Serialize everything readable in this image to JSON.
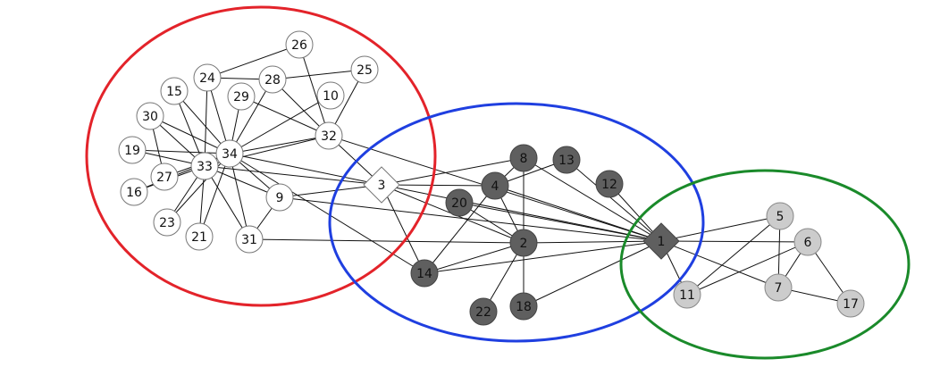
{
  "diagram": {
    "groups": [
      {
        "id": "red",
        "color": "#e3232a"
      },
      {
        "id": "blue",
        "color": "#1f3fe0"
      },
      {
        "id": "green",
        "color": "#1a8a2a"
      }
    ],
    "node_styles": {
      "white": {
        "fill": "#ffffff",
        "stroke": "#777777",
        "text": "#111111"
      },
      "dark": {
        "fill": "#5f5f5f",
        "stroke": "#444444",
        "text": "#111111"
      },
      "light": {
        "fill": "#cccccc",
        "stroke": "#888888",
        "text": "#111111"
      }
    },
    "nodes": [
      {
        "id": "26",
        "label": "26",
        "style": "white",
        "shape": "circle"
      },
      {
        "id": "25",
        "label": "25",
        "style": "white",
        "shape": "circle"
      },
      {
        "id": "24",
        "label": "24",
        "style": "white",
        "shape": "circle"
      },
      {
        "id": "28",
        "label": "28",
        "style": "white",
        "shape": "circle"
      },
      {
        "id": "15",
        "label": "15",
        "style": "white",
        "shape": "circle"
      },
      {
        "id": "29",
        "label": "29",
        "style": "white",
        "shape": "circle"
      },
      {
        "id": "10",
        "label": "10",
        "style": "white",
        "shape": "circle"
      },
      {
        "id": "30",
        "label": "30",
        "style": "white",
        "shape": "circle"
      },
      {
        "id": "32",
        "label": "32",
        "style": "white",
        "shape": "circle"
      },
      {
        "id": "19",
        "label": "19",
        "style": "white",
        "shape": "circle"
      },
      {
        "id": "34",
        "label": "34",
        "style": "white",
        "shape": "circle"
      },
      {
        "id": "33",
        "label": "33",
        "style": "white",
        "shape": "circle"
      },
      {
        "id": "27",
        "label": "27",
        "style": "white",
        "shape": "circle"
      },
      {
        "id": "16",
        "label": "16",
        "style": "white",
        "shape": "circle"
      },
      {
        "id": "9",
        "label": "9",
        "style": "white",
        "shape": "circle"
      },
      {
        "id": "23",
        "label": "23",
        "style": "white",
        "shape": "circle"
      },
      {
        "id": "21",
        "label": "21",
        "style": "white",
        "shape": "circle"
      },
      {
        "id": "31",
        "label": "31",
        "style": "white",
        "shape": "circle"
      },
      {
        "id": "3",
        "label": "3",
        "style": "white",
        "shape": "diamond"
      },
      {
        "id": "8",
        "label": "8",
        "style": "dark",
        "shape": "circle"
      },
      {
        "id": "13",
        "label": "13",
        "style": "dark",
        "shape": "circle"
      },
      {
        "id": "4",
        "label": "4",
        "style": "dark",
        "shape": "circle"
      },
      {
        "id": "12",
        "label": "12",
        "style": "dark",
        "shape": "circle"
      },
      {
        "id": "20",
        "label": "20",
        "style": "dark",
        "shape": "circle"
      },
      {
        "id": "2",
        "label": "2",
        "style": "dark",
        "shape": "circle"
      },
      {
        "id": "14",
        "label": "14",
        "style": "dark",
        "shape": "circle"
      },
      {
        "id": "22",
        "label": "22",
        "style": "dark",
        "shape": "circle"
      },
      {
        "id": "18",
        "label": "18",
        "style": "dark",
        "shape": "circle"
      },
      {
        "id": "1",
        "label": "1",
        "style": "dark",
        "shape": "diamond"
      },
      {
        "id": "5",
        "label": "5",
        "style": "light",
        "shape": "circle"
      },
      {
        "id": "6",
        "label": "6",
        "style": "light",
        "shape": "circle"
      },
      {
        "id": "11",
        "label": "11",
        "style": "light",
        "shape": "circle"
      },
      {
        "id": "7",
        "label": "7",
        "style": "light",
        "shape": "circle"
      },
      {
        "id": "17",
        "label": "17",
        "style": "light",
        "shape": "circle"
      }
    ],
    "edges": [
      [
        "24",
        "26"
      ],
      [
        "24",
        "28"
      ],
      [
        "28",
        "25"
      ],
      [
        "26",
        "32"
      ],
      [
        "25",
        "32"
      ],
      [
        "28",
        "32"
      ],
      [
        "28",
        "34"
      ],
      [
        "24",
        "34"
      ],
      [
        "24",
        "33"
      ],
      [
        "15",
        "33"
      ],
      [
        "15",
        "34"
      ],
      [
        "29",
        "32"
      ],
      [
        "29",
        "34"
      ],
      [
        "10",
        "34"
      ],
      [
        "32",
        "34"
      ],
      [
        "32",
        "33"
      ],
      [
        "32",
        "3"
      ],
      [
        "32",
        "1"
      ],
      [
        "30",
        "33"
      ],
      [
        "30",
        "34"
      ],
      [
        "30",
        "27"
      ],
      [
        "19",
        "33"
      ],
      [
        "19",
        "34"
      ],
      [
        "27",
        "34"
      ],
      [
        "16",
        "33"
      ],
      [
        "16",
        "34"
      ],
      [
        "23",
        "33"
      ],
      [
        "23",
        "34"
      ],
      [
        "21",
        "33"
      ],
      [
        "21",
        "34"
      ],
      [
        "31",
        "33"
      ],
      [
        "31",
        "34"
      ],
      [
        "31",
        "9"
      ],
      [
        "31",
        "2"
      ],
      [
        "9",
        "33"
      ],
      [
        "9",
        "34"
      ],
      [
        "9",
        "3"
      ],
      [
        "9",
        "1"
      ],
      [
        "33",
        "3"
      ],
      [
        "34",
        "3"
      ],
      [
        "34",
        "14"
      ],
      [
        "3",
        "8"
      ],
      [
        "3",
        "4"
      ],
      [
        "3",
        "2"
      ],
      [
        "3",
        "1"
      ],
      [
        "3",
        "14"
      ],
      [
        "8",
        "4"
      ],
      [
        "8",
        "2"
      ],
      [
        "8",
        "1"
      ],
      [
        "13",
        "4"
      ],
      [
        "13",
        "1"
      ],
      [
        "4",
        "2"
      ],
      [
        "4",
        "1"
      ],
      [
        "4",
        "14"
      ],
      [
        "12",
        "1"
      ],
      [
        "20",
        "2"
      ],
      [
        "20",
        "1"
      ],
      [
        "2",
        "1"
      ],
      [
        "2",
        "14"
      ],
      [
        "2",
        "22"
      ],
      [
        "2",
        "18"
      ],
      [
        "14",
        "1"
      ],
      [
        "18",
        "1"
      ],
      [
        "1",
        "11"
      ],
      [
        "1",
        "5"
      ],
      [
        "1",
        "6"
      ],
      [
        "1",
        "7"
      ],
      [
        "5",
        "7"
      ],
      [
        "5",
        "11"
      ],
      [
        "6",
        "7"
      ],
      [
        "6",
        "11"
      ],
      [
        "6",
        "17"
      ],
      [
        "7",
        "17"
      ]
    ]
  }
}
